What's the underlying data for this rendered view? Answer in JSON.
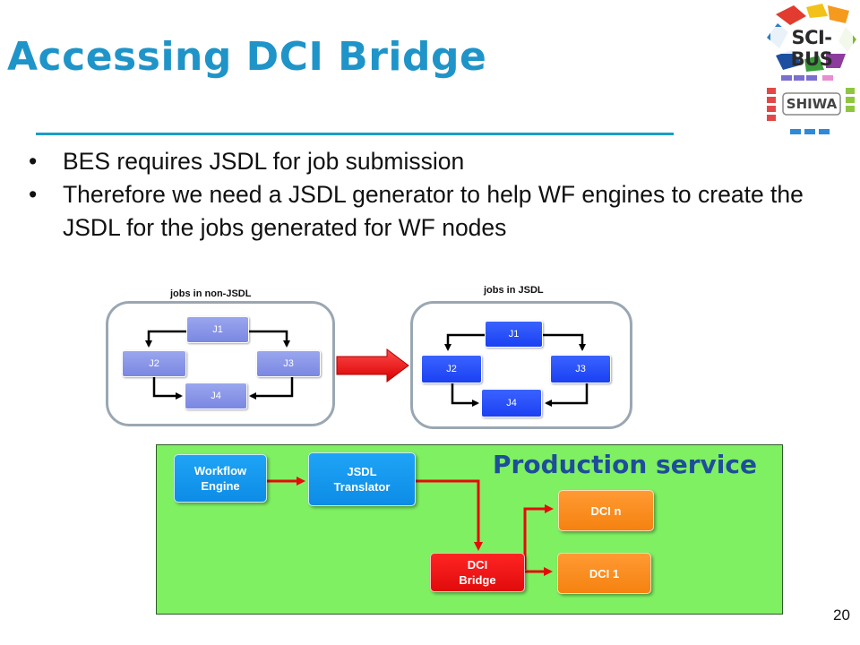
{
  "slide": {
    "title": "Accessing DCI Bridge",
    "page_number": "20"
  },
  "bullets": [
    "BES requires JSDL for job submission",
    "Therefore we need a JSDL generator to help WF engines to create the JSDL for the jobs generated for WF nodes"
  ],
  "logos": {
    "sci_bus": "SCI-BUS",
    "shiwa": "SHIWA"
  },
  "jobs_diagram": {
    "non_jsdl_caption": "jobs in non-JSDL",
    "jsdl_caption": "jobs in JSDL",
    "jobs": [
      "J1",
      "J2",
      "J3",
      "J4"
    ]
  },
  "production": {
    "label": "Production service",
    "workflow_engine": "Workflow Engine",
    "jsdl_translator": "JSDL Translator",
    "dci_bridge": "DCI Bridge",
    "dci_n": "DCI n",
    "dci_1": "DCI 1"
  },
  "colors": {
    "title": "#1f94c8",
    "production_bg": "#7ef062",
    "arrow_red": "#e60b0b",
    "job_light": "#8c97e8",
    "job_dark": "#2a50ff"
  }
}
